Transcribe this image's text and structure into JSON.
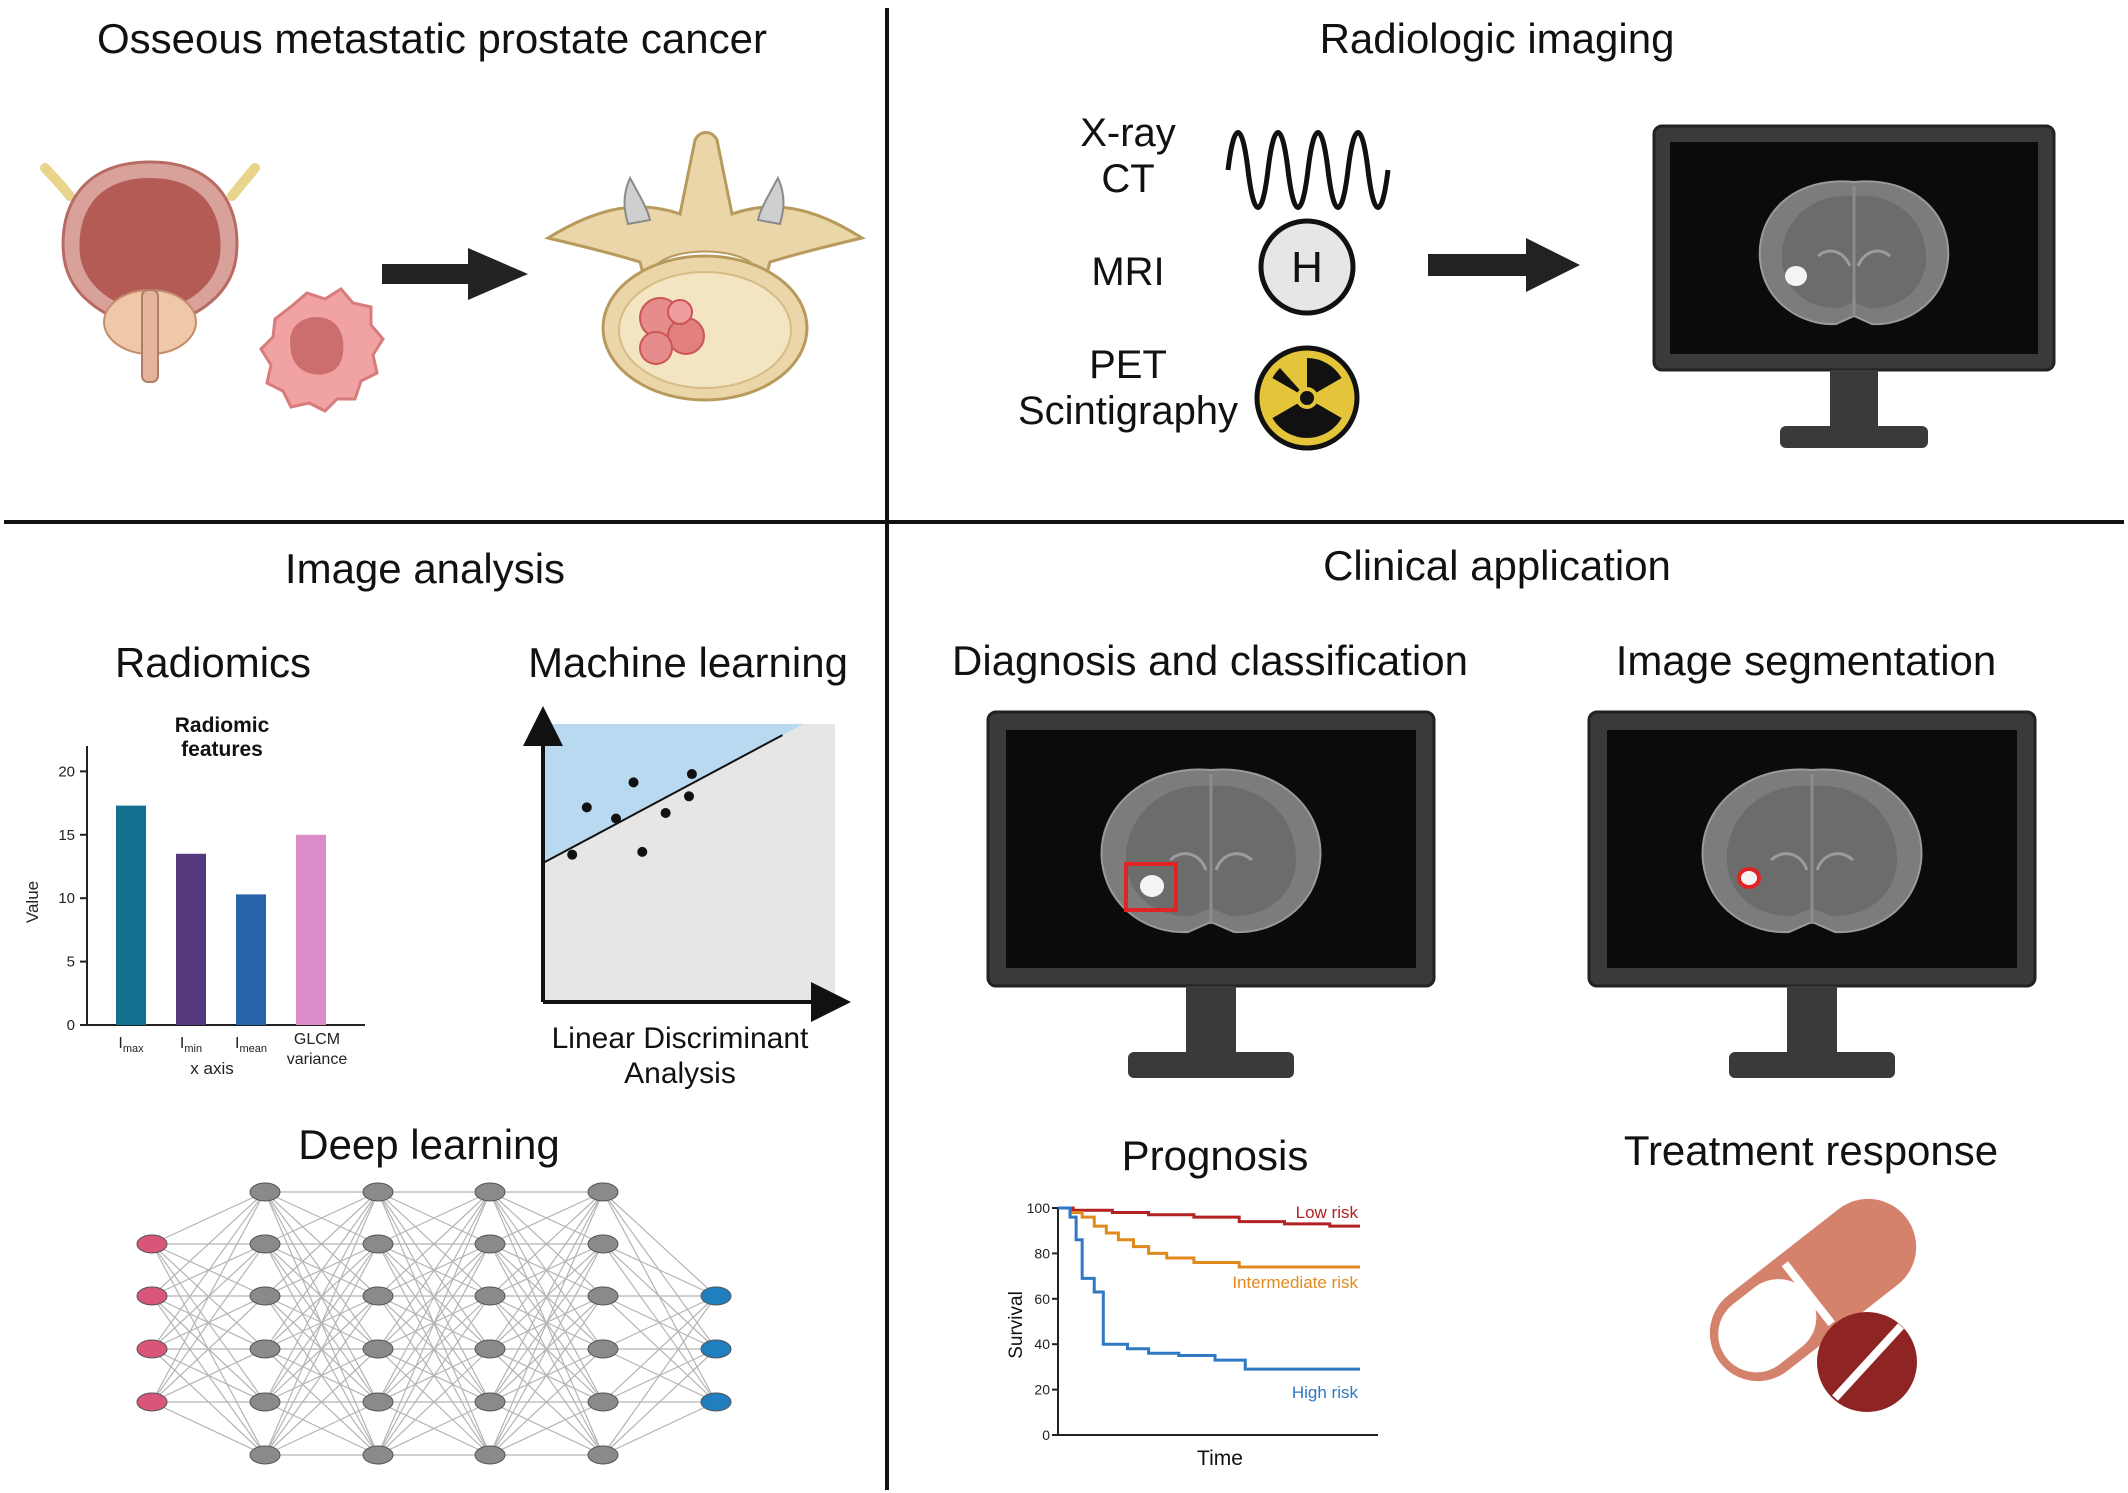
{
  "panels": {
    "top_left": {
      "title": "Osseous metastatic prostate cancer"
    },
    "top_right": {
      "title": "Radiologic imaging",
      "modalities": {
        "xray": "X-ray",
        "ct": "CT",
        "mri": "MRI",
        "pet": "PET",
        "scintigraphy": "Scintigraphy"
      },
      "mri_symbol": "H"
    },
    "bottom_left": {
      "title": "Image analysis",
      "radiomics": "Radiomics",
      "machine_learning": "Machine learning",
      "deep_learning": "Deep learning",
      "lda_line1": "Linear Discriminant",
      "lda_line2": "Analysis"
    },
    "bottom_right": {
      "title": "Clinical application",
      "diagnosis": "Diagnosis and classification",
      "segmentation": "Image segmentation",
      "prognosis": "Prognosis",
      "treatment": "Treatment response"
    }
  },
  "colors": {
    "dark_red": "#b22222",
    "orange": "#e08a1e",
    "blue": "#2f78c4",
    "bar1": "#13708f",
    "bar2": "#54387e",
    "bar3": "#2763a8",
    "bar4": "#d98cc7",
    "node_input": "#d9567a",
    "node_hidden": "#8a8a8a",
    "node_output": "#1f7fbf",
    "pill": "#d4826c",
    "tablet": "#8e2424",
    "monitor": "#3a3a3a"
  },
  "chart_data": [
    {
      "type": "bar",
      "title_line1": "Radiomic",
      "title_line2": "features",
      "ylabel": "Value",
      "xlabel": "x axis",
      "ylim": [
        0,
        22
      ],
      "yticks": [
        "0",
        "5",
        "10",
        "15",
        "20"
      ],
      "categories": [
        {
          "main": "I",
          "sub": "max"
        },
        {
          "main": "I",
          "sub": "min"
        },
        {
          "main": "I",
          "sub": "mean"
        },
        {
          "main": "GLCM",
          "sub": "variance"
        }
      ],
      "values": [
        17.3,
        13.5,
        10.3,
        15.0
      ]
    },
    {
      "type": "scatter",
      "xlim": [
        0,
        10
      ],
      "ylim": [
        0,
        10
      ],
      "points": [
        [
          1,
          5.3
        ],
        [
          1.5,
          7
        ],
        [
          2.5,
          6.6
        ],
        [
          3.1,
          7.9
        ],
        [
          3.4,
          5.4
        ],
        [
          4.2,
          6.8
        ],
        [
          5,
          7.4
        ],
        [
          5.1,
          8.2
        ]
      ],
      "boundary": [
        [
          0,
          5.0
        ],
        [
          8.2,
          9.6
        ]
      ]
    },
    {
      "type": "line",
      "ylabel": "Survival",
      "xlabel": "Time",
      "ylim": [
        0,
        100
      ],
      "yticks": [
        "0",
        "20",
        "40",
        "60",
        "80",
        "100"
      ],
      "series": [
        {
          "name": "Low risk",
          "color": "#b22222",
          "points": [
            [
              0,
              100
            ],
            [
              5,
              99
            ],
            [
              18,
              98
            ],
            [
              30,
              97
            ],
            [
              45,
              96
            ],
            [
              60,
              94
            ],
            [
              75,
              93
            ],
            [
              90,
              92
            ],
            [
              100,
              92
            ]
          ]
        },
        {
          "name": "Intermediate risk",
          "color": "#e08a1e",
          "points": [
            [
              0,
              100
            ],
            [
              4,
              98
            ],
            [
              8,
              96
            ],
            [
              12,
              92
            ],
            [
              16,
              89
            ],
            [
              20,
              86
            ],
            [
              25,
              83
            ],
            [
              30,
              80
            ],
            [
              36,
              78
            ],
            [
              45,
              76
            ],
            [
              60,
              74
            ],
            [
              75,
              74
            ],
            [
              100,
              74
            ]
          ]
        },
        {
          "name": "High risk",
          "color": "#2f78c4",
          "points": [
            [
              0,
              100
            ],
            [
              4,
              96
            ],
            [
              6,
              86
            ],
            [
              8,
              69
            ],
            [
              12,
              63
            ],
            [
              15,
              40
            ],
            [
              23,
              38
            ],
            [
              30,
              36
            ],
            [
              40,
              35
            ],
            [
              52,
              33
            ],
            [
              62,
              29
            ],
            [
              100,
              29
            ]
          ]
        }
      ]
    }
  ]
}
